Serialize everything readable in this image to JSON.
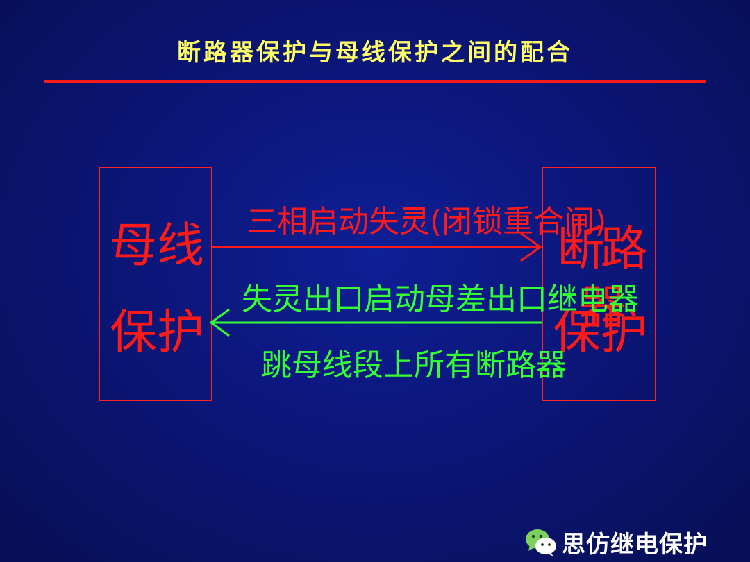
{
  "slide": {
    "title": "断路器保护与母线保护之间的配合"
  },
  "diagram": {
    "left_box": {
      "line1": "母线",
      "line2": "保护"
    },
    "right_box": {
      "line1": "断路器",
      "line2": "保护"
    },
    "red_arrow_label": "三相启动失灵(闭锁重合闸)",
    "green_arrow_label_line1": "失灵出口启动母差出口继电器",
    "green_arrow_label_line2": "跳母线段上所有断路器",
    "colors": {
      "red": "#ff1a1a",
      "green": "#33ff33",
      "title": "#ffff66"
    }
  },
  "watermark": {
    "icon": "wechat-icon",
    "text": "思仿继电保护"
  }
}
